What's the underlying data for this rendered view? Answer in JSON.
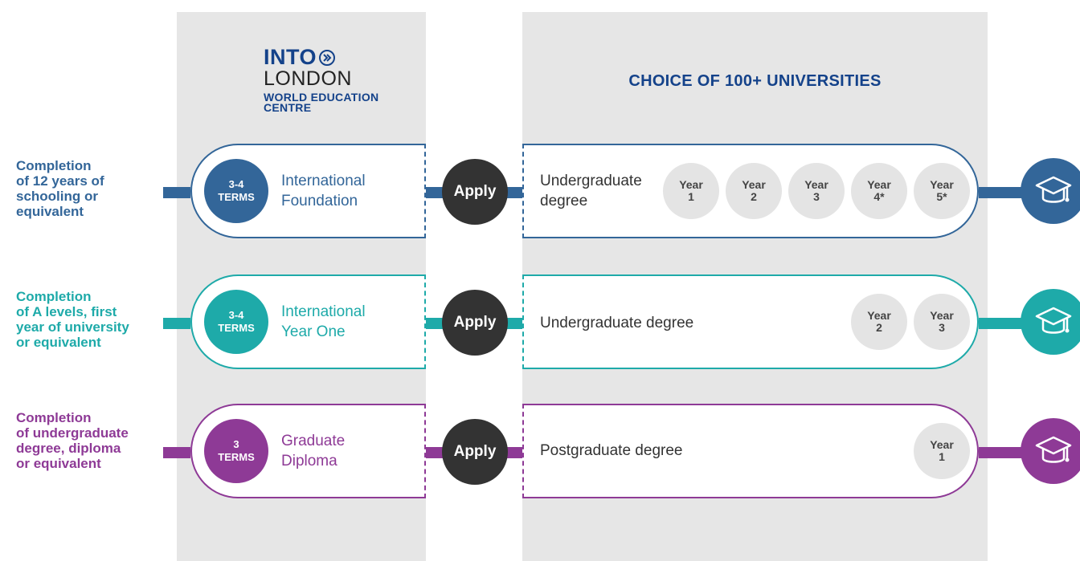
{
  "logo": {
    "brand": "INTO",
    "city": "LONDON",
    "sub_line1": "WORLD EDUCATION",
    "sub_line2": "CENTRE"
  },
  "choice_title": "CHOICE OF 100+ UNIVERSITIES",
  "colors": {
    "blue": "#336699",
    "teal": "#1eaaa9",
    "purple": "#8e3a96",
    "dark": "#333333",
    "panel": "#e6e6e6",
    "title": "#14428a"
  },
  "rows": [
    {
      "requirement": [
        "Completion",
        "of 12 years of",
        "schooling or",
        "equivalent"
      ],
      "terms_value": "3-4",
      "terms_label": "TERMS",
      "program": [
        "International",
        "Foundation"
      ],
      "apply": "Apply",
      "degree": [
        "Undergraduate",
        "degree"
      ],
      "years": [
        [
          "Year",
          "1"
        ],
        [
          "Year",
          "2"
        ],
        [
          "Year",
          "3"
        ],
        [
          "Year",
          "4*"
        ],
        [
          "Year",
          "5*"
        ]
      ],
      "icon": "graduation-cap-icon"
    },
    {
      "requirement": [
        "Completion",
        "of A levels, first",
        "year of university",
        "or equivalent"
      ],
      "terms_value": "3-4",
      "terms_label": "TERMS",
      "program": [
        "International",
        "Year One"
      ],
      "apply": "Apply",
      "degree": [
        "Undergraduate degree"
      ],
      "years": [
        [
          "Year",
          "2"
        ],
        [
          "Year",
          "3"
        ]
      ],
      "icon": "graduation-cap-icon"
    },
    {
      "requirement": [
        "Completion",
        "of undergraduate",
        "degree, diploma",
        "or equivalent"
      ],
      "terms_value": "3",
      "terms_label": "TERMS",
      "program": [
        "Graduate",
        "Diploma"
      ],
      "apply": "Apply",
      "degree": [
        "Postgraduate degree"
      ],
      "years": [
        [
          "Year",
          "1"
        ]
      ],
      "icon": "graduation-cap-icon"
    }
  ]
}
